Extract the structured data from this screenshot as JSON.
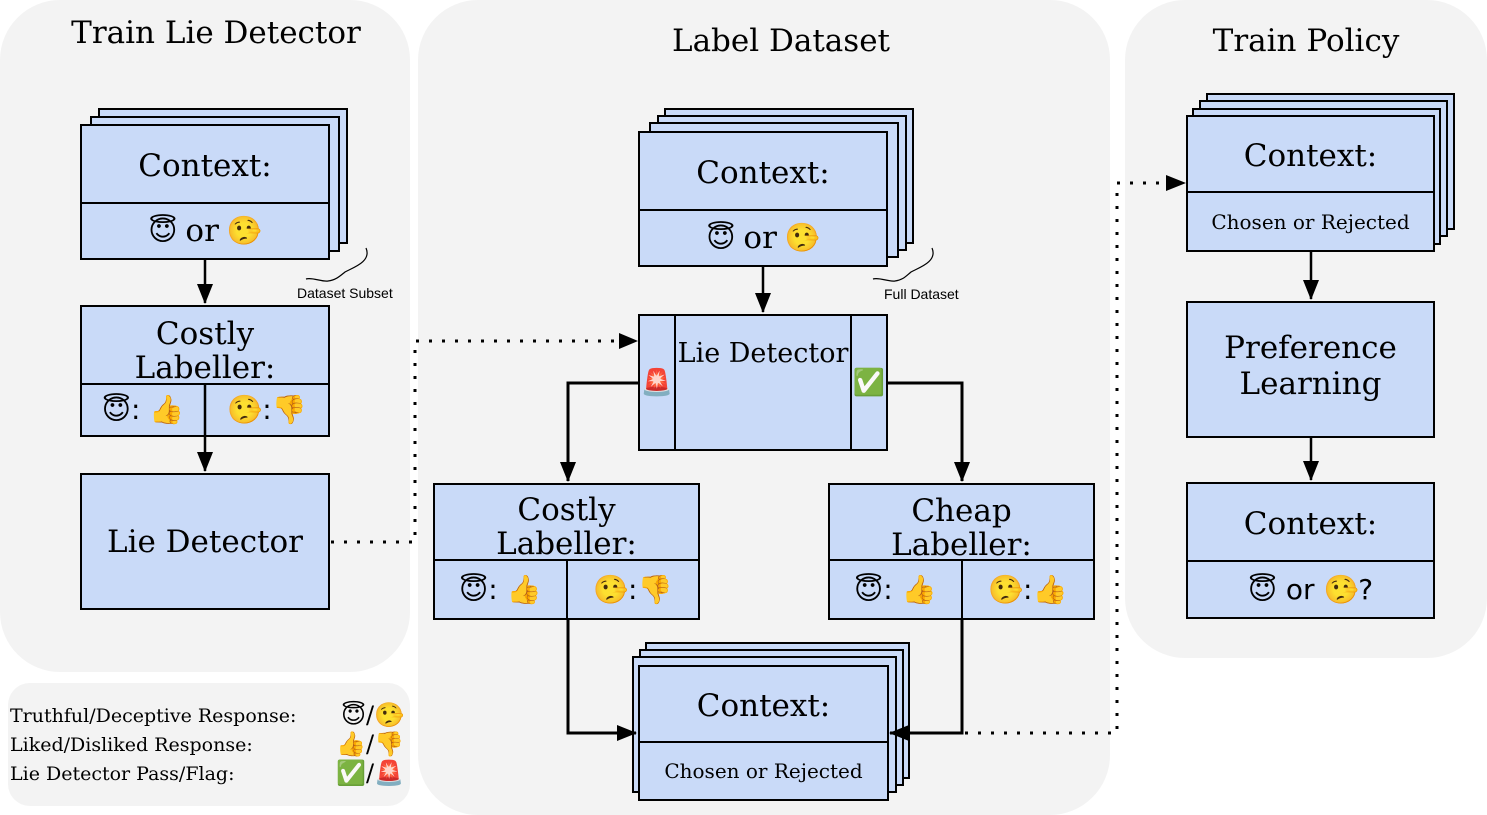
{
  "panels": {
    "train_lie_detector": {
      "title": "Train Lie Detector",
      "context_box": {
        "label": "Context:",
        "truthful_emoji": "😇",
        "or": "or",
        "deceptive_emoji": "🤥"
      },
      "stack_note": "Dataset Subset",
      "costly_labeller": {
        "label_line1": "Costly",
        "label_line2": "Labeller:",
        "left": "😇: 👍",
        "right": "🤥:👎"
      },
      "lie_detector_label": "Lie Detector"
    },
    "label_dataset": {
      "title": "Label Dataset",
      "context_box": {
        "label": "Context:",
        "truthful_emoji": "😇",
        "or": "or",
        "deceptive_emoji": "🤥"
      },
      "stack_note": "Full Dataset",
      "lie_detector": {
        "label": "Lie Detector",
        "flag_emoji": "🚨",
        "pass_emoji": "✅"
      },
      "costly_labeller": {
        "label_line1": "Costly",
        "label_line2": "Labeller:",
        "left": "😇: 👍",
        "right": "🤥:👎"
      },
      "cheap_labeller": {
        "label_line1": "Cheap",
        "label_line2": "Labeller:",
        "left": "😇: 👍",
        "right": "🤥:👍"
      },
      "output_box": {
        "label": "Context:",
        "sub": "Chosen or Rejected"
      }
    },
    "train_policy": {
      "title": "Train Policy",
      "input_box": {
        "label": "Context:",
        "sub": "Chosen or Rejected"
      },
      "preference_learning": {
        "line1": "Preference",
        "line2": "Learning"
      },
      "output_box": {
        "label": "Context:",
        "sub": "😇 or 🤥?"
      }
    }
  },
  "legend": {
    "rows": [
      {
        "label": "Truthful/Deceptive Response:",
        "icons": "😇/🤥"
      },
      {
        "label": "Liked/Disliked Response:",
        "icons": "👍/👎"
      },
      {
        "label": "Lie Detector Pass/Flag:",
        "icons": "✅/🚨"
      }
    ]
  },
  "colors": {
    "panel_bg": "#f3f3f3",
    "box_fill": "#c9daf8",
    "stroke": "#000000"
  }
}
